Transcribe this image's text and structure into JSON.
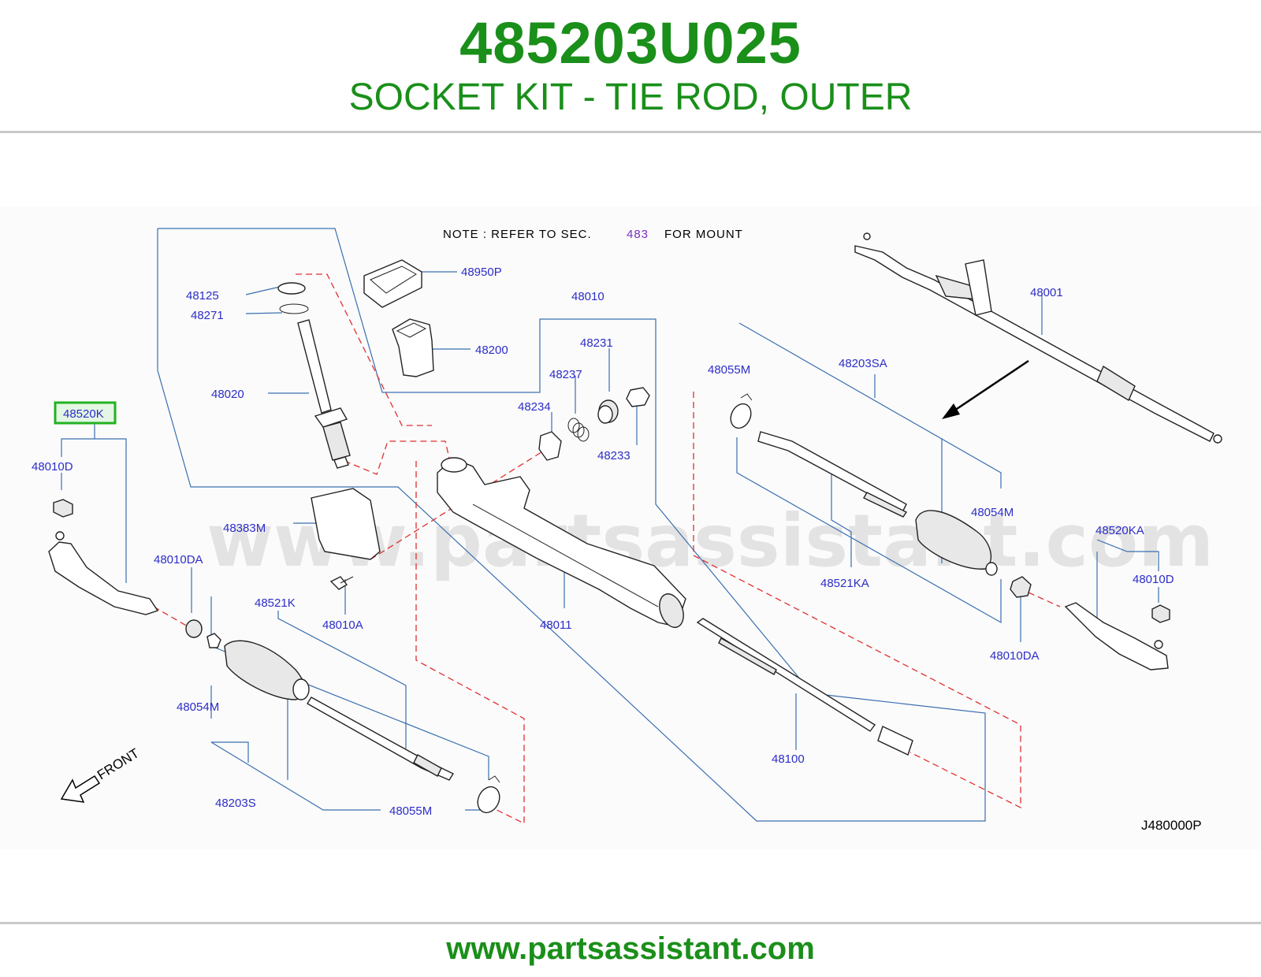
{
  "header": {
    "part_number": "485203U025",
    "part_name": "SOCKET KIT - TIE ROD, OUTER"
  },
  "diagram": {
    "note": {
      "prefix": "NOTE  :  REFER  TO  SEC.",
      "section": "483",
      "suffix": "FOR  MOUNT"
    },
    "watermark": "www.partsassistant.com",
    "highlighted_label": "48520K",
    "highlight_color": "#22b322",
    "label_color": "#2d2dc8",
    "labels": {
      "l48125": "48125",
      "l48271": "48271",
      "l48020": "48020",
      "l48950P": "48950P",
      "l48200": "48200",
      "l48010": "48010",
      "l48231": "48231",
      "l48237": "48237",
      "l48234": "48234",
      "l48233": "48233",
      "l48001": "48001",
      "l48055M_top": "48055M",
      "l48203SA": "48203SA",
      "l48054M_right": "48054M",
      "l48521KA": "48521KA",
      "l48520KA": "48520KA",
      "l48010D_right": "48010D",
      "l48010DA_right": "48010DA",
      "l48010D_left": "48010D",
      "l48383M": "48383M",
      "l48010DA_left": "48010DA",
      "l48010A": "48010A",
      "l48011": "48011",
      "l48521K": "48521K",
      "l48054M_left": "48054M",
      "l48203S": "48203S",
      "l48055M_bottom": "48055M",
      "l48100": "48100",
      "front": "FRONT",
      "diagram_code": "J480000P"
    }
  },
  "footer": {
    "url": "www.partsassistant.com"
  }
}
